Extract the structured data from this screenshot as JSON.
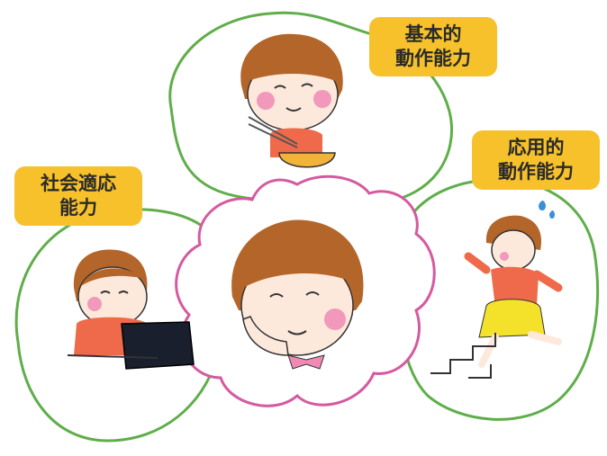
{
  "labels": {
    "basic": {
      "line1": "基本的",
      "line2": "動作能力",
      "color": "#f6c12b"
    },
    "applied": {
      "line1": "応用的",
      "line2": "動作能力",
      "color": "#f6c12b"
    },
    "social": {
      "line1": "社会適応",
      "line2": "能力",
      "color": "#f6c12b"
    }
  },
  "colors": {
    "outer_outline": "#5fae4a",
    "center_outline": "#d55aa0",
    "hair": "#b4652a",
    "cheek": "#f08ab5",
    "shirt": "#ef6a4a",
    "skirt": "#f4e12a",
    "laptop": "#1a1f2e",
    "bowl": "#f2b33a",
    "bow": "#f08ab5"
  },
  "icons": [
    "girl-eating-illustration",
    "girl-laptop-illustration",
    "girl-running-illustration",
    "girl-thinking-illustration",
    "sweat-drop-icon"
  ]
}
